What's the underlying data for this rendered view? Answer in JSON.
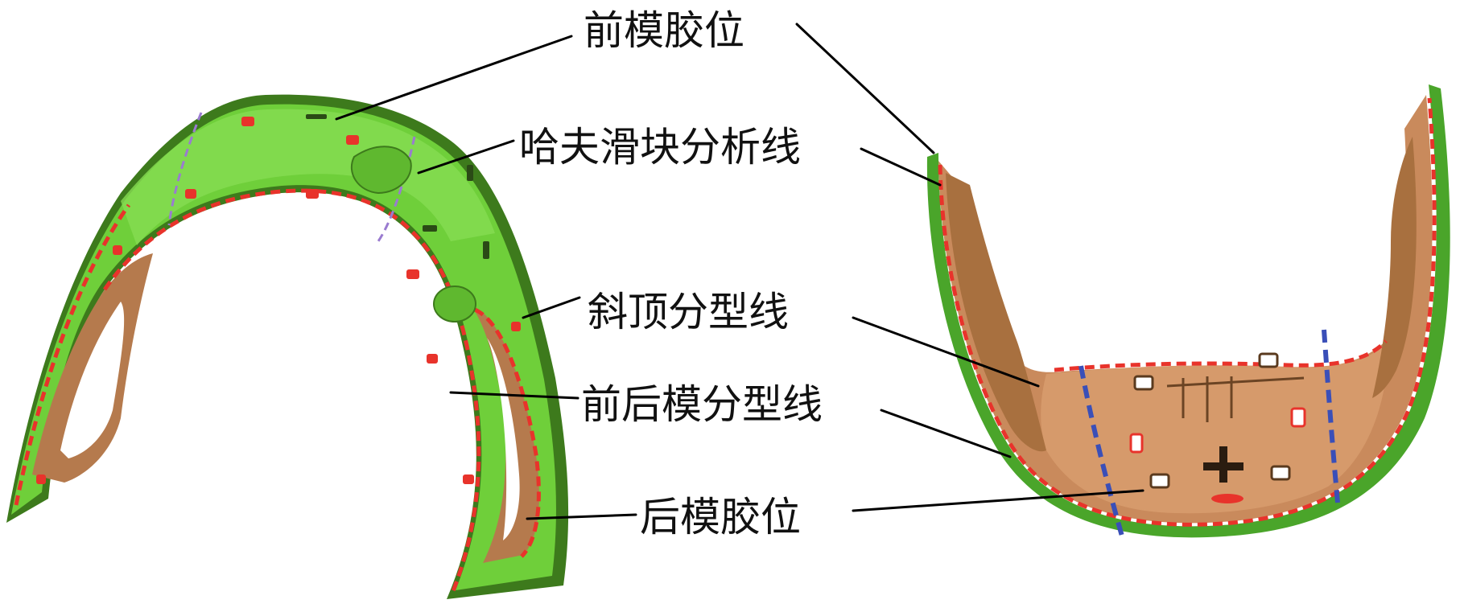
{
  "labels": {
    "front_mold_glue": "前模胶位",
    "hafu_slider_line": "哈夫滑块分析线",
    "lifter_parting_line": "斜顶分型线",
    "front_rear_parting_line": "前后模分型线",
    "rear_mold_glue": "后模胶位"
  },
  "colors": {
    "front_mold_green": "#6fcf3a",
    "rear_mold_tan": "#c98a5c",
    "parting_red": "#e8332b",
    "slider_purple": "#9a7bd0",
    "lifter_blue": "#3a4fb8"
  }
}
